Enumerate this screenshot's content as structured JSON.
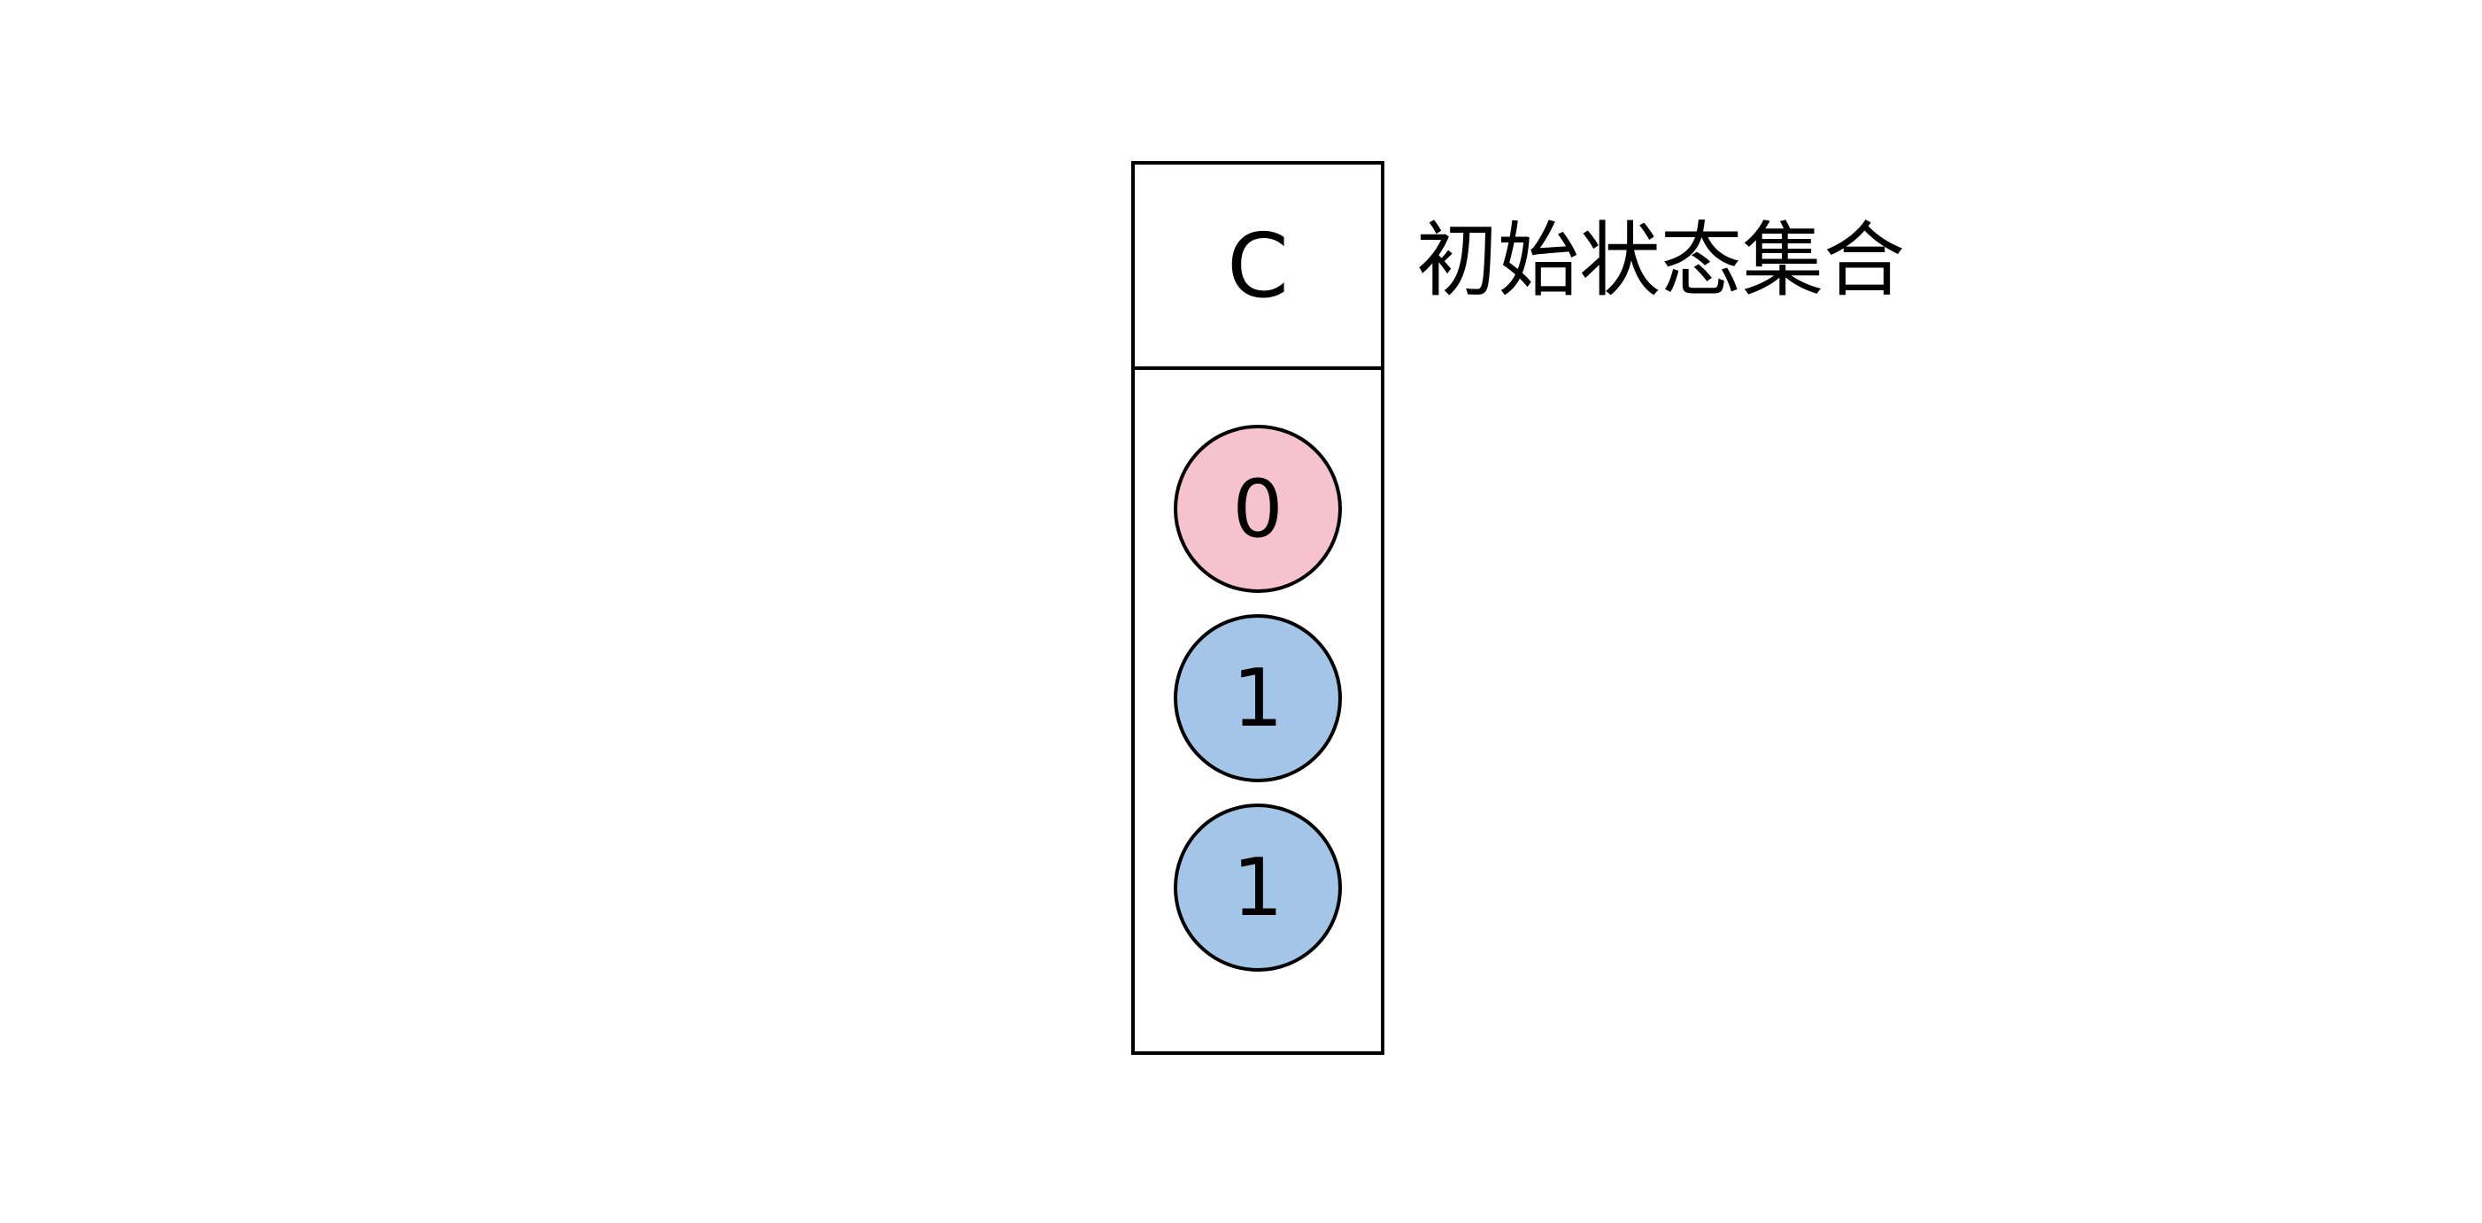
{
  "column": {
    "header": "C",
    "cells": [
      {
        "value": "0",
        "color": "#f6c2ce"
      },
      {
        "value": "1",
        "color": "#a3c6e8"
      },
      {
        "value": "1",
        "color": "#a3c6e8"
      }
    ]
  },
  "label": {
    "text": "初始状态集合"
  },
  "colors": {
    "background": "#ffffff",
    "border": "#000000",
    "pink_state": "#f6c2ce",
    "blue_state": "#a3c6e8"
  }
}
